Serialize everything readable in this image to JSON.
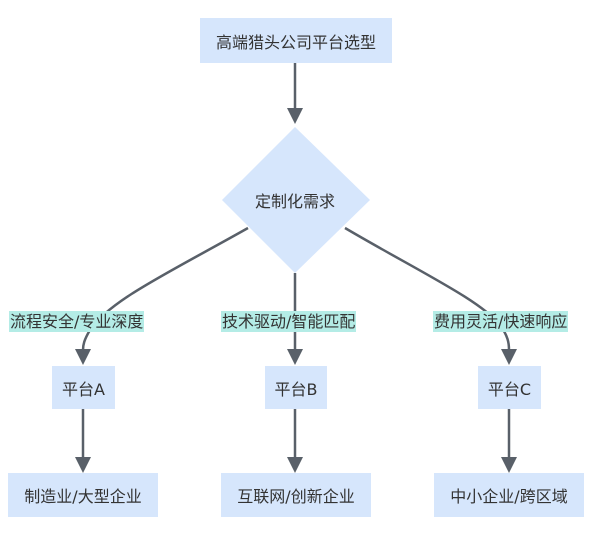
{
  "diagram": {
    "type": "flowchart",
    "colors": {
      "node_fill": "#d6e6fc",
      "edge_label_fill": "#b4ece6",
      "edge_stroke": "#596069",
      "text": "#333333"
    },
    "root": {
      "id": "root",
      "label": "高端猎头公司平台选型"
    },
    "decision": {
      "id": "decision",
      "label": "定制化需求"
    },
    "branches": [
      {
        "edge_label": "流程安全/专业深度",
        "platform": {
          "id": "platform-a",
          "label": "平台A"
        },
        "target": {
          "id": "target-a",
          "label": "制造业/大型企业"
        }
      },
      {
        "edge_label": "技术驱动/智能匹配",
        "platform": {
          "id": "platform-b",
          "label": "平台B"
        },
        "target": {
          "id": "target-b",
          "label": "互联网/创新企业"
        }
      },
      {
        "edge_label": "费用灵活/快速响应",
        "platform": {
          "id": "platform-c",
          "label": "平台C"
        },
        "target": {
          "id": "target-c",
          "label": "中小企业/跨区域"
        }
      }
    ]
  }
}
